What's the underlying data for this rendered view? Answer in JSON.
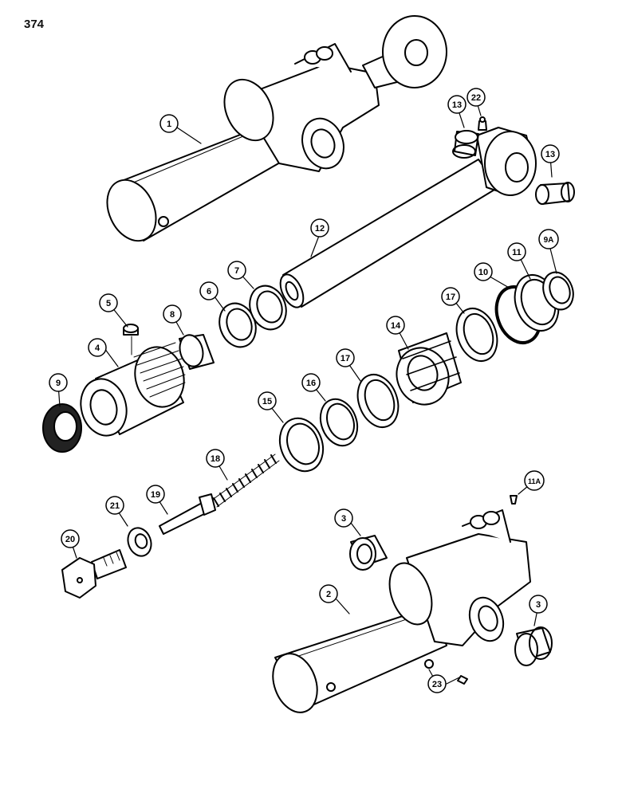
{
  "page": {
    "number": "374"
  },
  "callouts": [
    {
      "id": "c1",
      "label": "1"
    },
    {
      "id": "c2",
      "label": "2"
    },
    {
      "id": "c3a",
      "label": "3"
    },
    {
      "id": "c3b",
      "label": "3"
    },
    {
      "id": "c4",
      "label": "4"
    },
    {
      "id": "c5",
      "label": "5"
    },
    {
      "id": "c6",
      "label": "6"
    },
    {
      "id": "c7",
      "label": "7"
    },
    {
      "id": "c8",
      "label": "8"
    },
    {
      "id": "c9",
      "label": "9"
    },
    {
      "id": "c9a",
      "label": "9A"
    },
    {
      "id": "c10",
      "label": "10"
    },
    {
      "id": "c11",
      "label": "11"
    },
    {
      "id": "c11a",
      "label": "11A"
    },
    {
      "id": "c12",
      "label": "12"
    },
    {
      "id": "c13a",
      "label": "13"
    },
    {
      "id": "c13b",
      "label": "13"
    },
    {
      "id": "c14",
      "label": "14"
    },
    {
      "id": "c15",
      "label": "15"
    },
    {
      "id": "c16",
      "label": "16"
    },
    {
      "id": "c17a",
      "label": "17"
    },
    {
      "id": "c17b",
      "label": "17"
    },
    {
      "id": "c18",
      "label": "18"
    },
    {
      "id": "c19",
      "label": "19"
    },
    {
      "id": "c20",
      "label": "20"
    },
    {
      "id": "c21",
      "label": "21"
    },
    {
      "id": "c22",
      "label": "22"
    },
    {
      "id": "c23",
      "label": "23"
    }
  ]
}
